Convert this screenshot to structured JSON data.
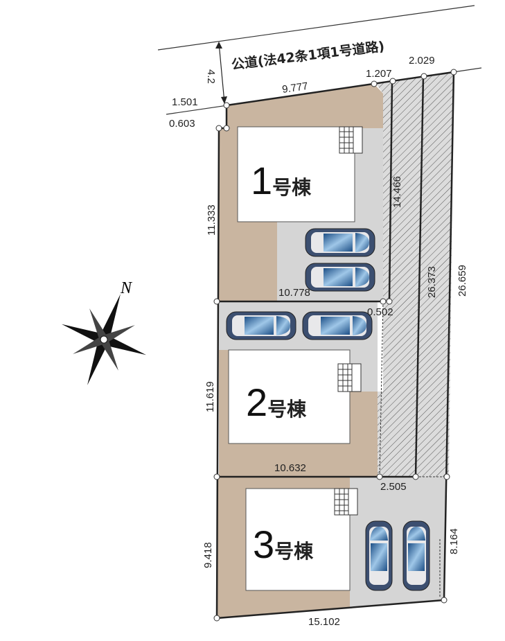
{
  "road": {
    "label": "公道(法42条1項1号道路)",
    "width": "4.2"
  },
  "buildings": [
    {
      "number": "1",
      "suffix": "号棟"
    },
    {
      "number": "2",
      "suffix": "号棟"
    },
    {
      "number": "3",
      "suffix": "号棟"
    }
  ],
  "dimensions": {
    "top_frontage": "9.777",
    "corner_a": "1.501",
    "corner_b": "0.603",
    "strip_a": "1.207",
    "strip_b": "2.029",
    "lot1_depth": "11.333",
    "lot1_width": "10.778",
    "strip_gap": "0.502",
    "flag_length_a": "14.466",
    "flag_length_b": "26.373",
    "east_side": "26.659",
    "lot2_depth": "11.619",
    "lot2_width": "10.632",
    "flag_width": "2.505",
    "lot3_depth": "9.418",
    "lot3_east": "8.164",
    "bottom": "15.102"
  },
  "compass": {
    "label": "N"
  },
  "colors": {
    "yard": "#c9b5a0",
    "parking": "#d5d5d5",
    "car_glass": "#2f6fa8",
    "car_body": "#3c4f70"
  }
}
